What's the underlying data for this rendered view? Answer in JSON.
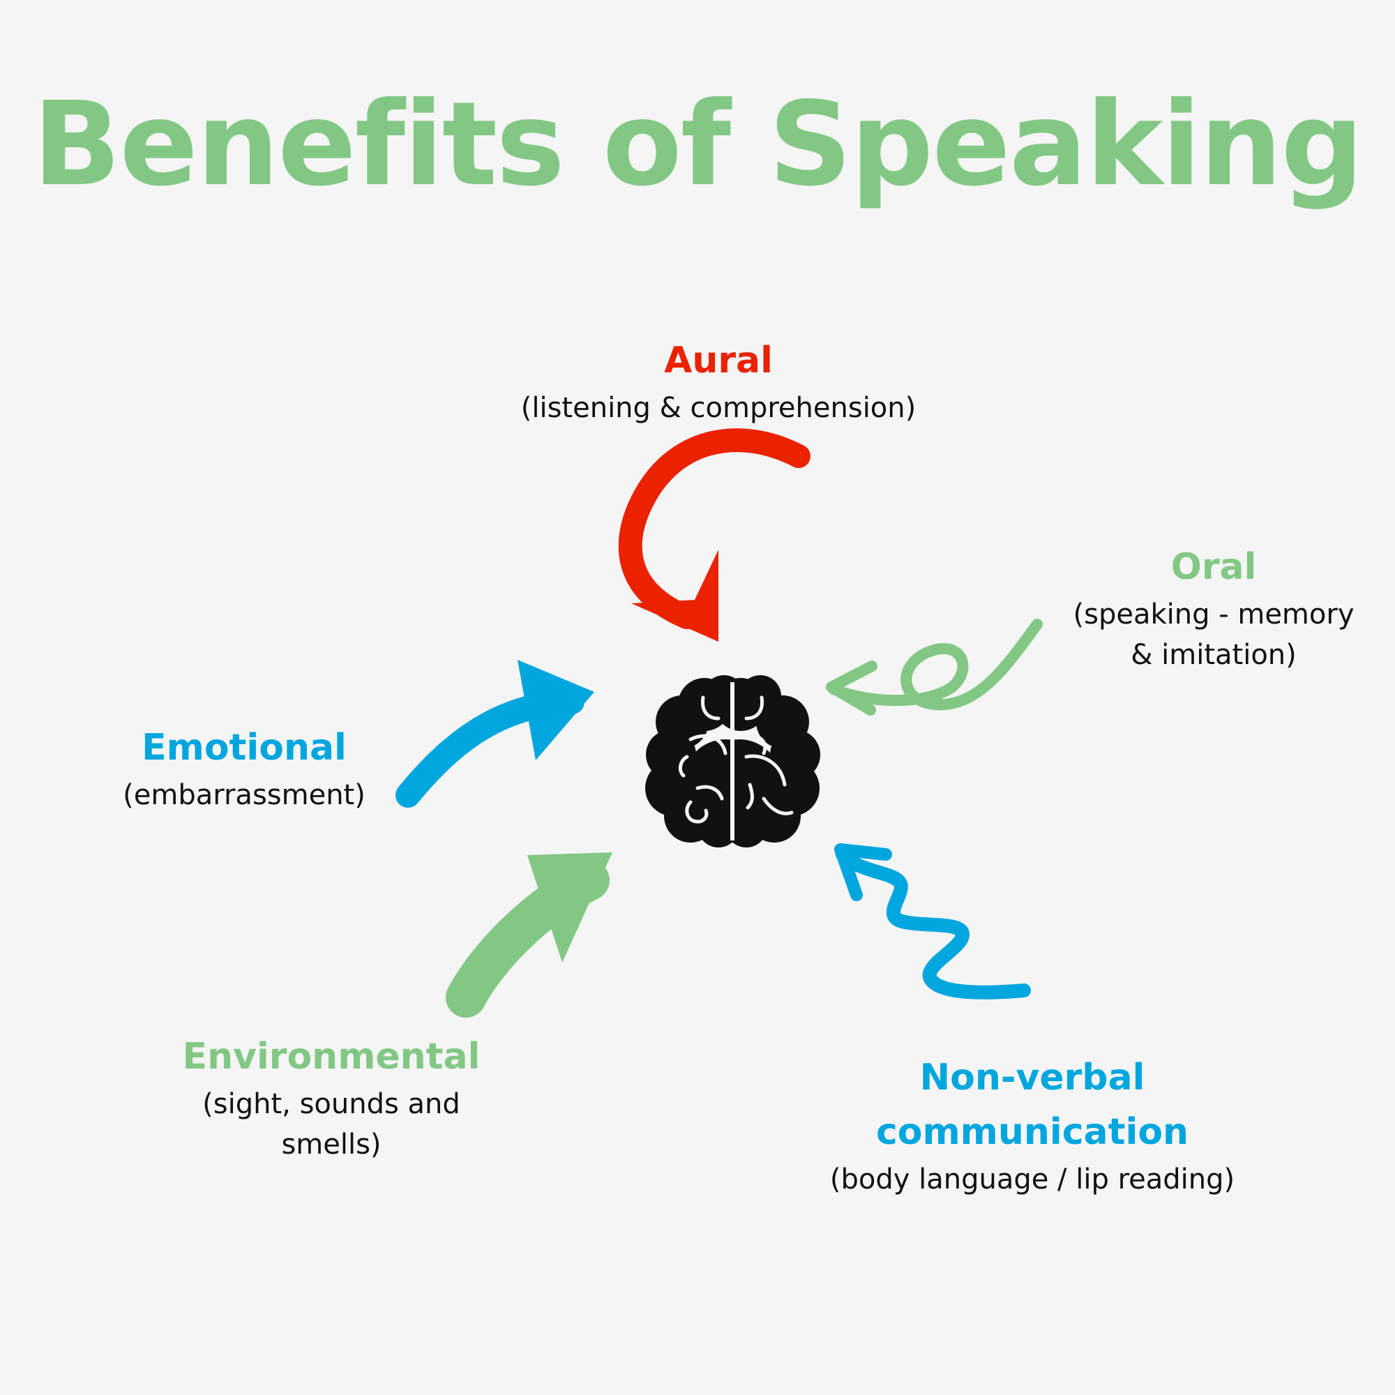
{
  "title": "Benefits of Speaking",
  "colors": {
    "background": "#f5f5f5",
    "title": "#82c884",
    "red": "#ea2200",
    "green": "#82c884",
    "blue": "#00a6de",
    "text": "#111111",
    "brain": "#111111"
  },
  "center": {
    "icon": "brain-icon"
  },
  "nodes": {
    "aural": {
      "heading": "Aural",
      "sub": [
        "(listening & comprehension)"
      ]
    },
    "oral": {
      "heading": "Oral",
      "sub": [
        "(speaking - memory",
        "& imitation)"
      ]
    },
    "emotional": {
      "heading": "Emotional",
      "sub": [
        "(embarrassment)"
      ]
    },
    "environmental": {
      "heading": "Environmental",
      "sub": [
        "(sight, sounds and",
        "smells)"
      ]
    },
    "nonverbal": {
      "heading": [
        "Non-verbal",
        "communication"
      ],
      "sub": [
        "(body language / lip reading)"
      ]
    }
  }
}
